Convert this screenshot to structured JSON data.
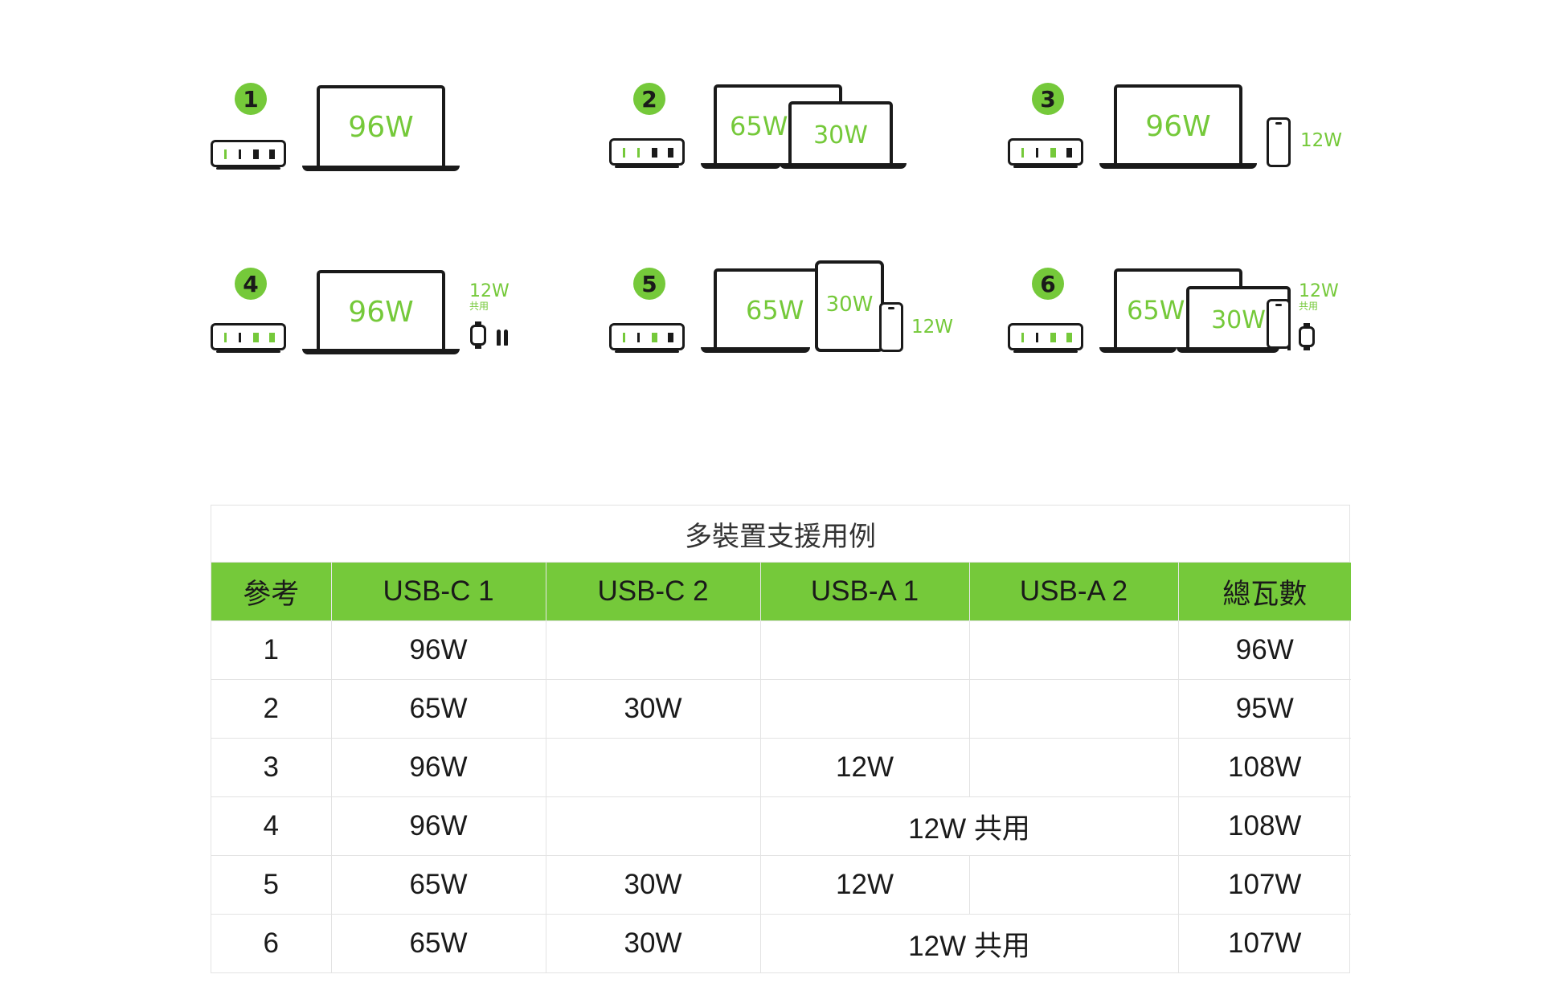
{
  "scenarios": [
    {
      "number": "1",
      "laptop": "96W"
    },
    {
      "number": "2",
      "laptop": "65W",
      "laptop2": "30W"
    },
    {
      "number": "3",
      "laptop": "96W",
      "phone": "12W"
    },
    {
      "number": "4",
      "laptop": "96W",
      "shared_watts": "12W",
      "shared_label": "共用"
    },
    {
      "number": "5",
      "laptop": "65W",
      "tablet": "30W",
      "phone": "12W"
    },
    {
      "number": "6",
      "laptop": "65W",
      "laptop2": "30W",
      "shared_watts": "12W",
      "shared_label": "共用"
    }
  ],
  "table": {
    "title": "多裝置支援用例",
    "headers": [
      "參考",
      "USB-C 1",
      "USB-C 2",
      "USB-A 1",
      "USB-A 2",
      "總瓦數"
    ],
    "rows": [
      {
        "ref": "1",
        "c1": "96W",
        "c2": "",
        "a1": "",
        "a2": "",
        "total": "96W"
      },
      {
        "ref": "2",
        "c1": "65W",
        "c2": "30W",
        "a1": "",
        "a2": "",
        "total": "95W"
      },
      {
        "ref": "3",
        "c1": "96W",
        "c2": "",
        "a1": "12W",
        "a2": "",
        "total": "108W"
      },
      {
        "ref": "4",
        "c1": "96W",
        "c2": "",
        "shared": "12W 共用",
        "total": "108W"
      },
      {
        "ref": "5",
        "c1": "65W",
        "c2": "30W",
        "a1": "12W",
        "a2": "",
        "total": "107W"
      },
      {
        "ref": "6",
        "c1": "65W",
        "c2": "30W",
        "shared": "12W 共用",
        "total": "107W"
      }
    ]
  },
  "colors": {
    "accent": "#75c93a",
    "ink": "#1a1a1a"
  },
  "icons": [
    "charger-hub-icon",
    "laptop-icon",
    "tablet-icon",
    "phone-icon",
    "watch-icon",
    "earbuds-icon"
  ]
}
